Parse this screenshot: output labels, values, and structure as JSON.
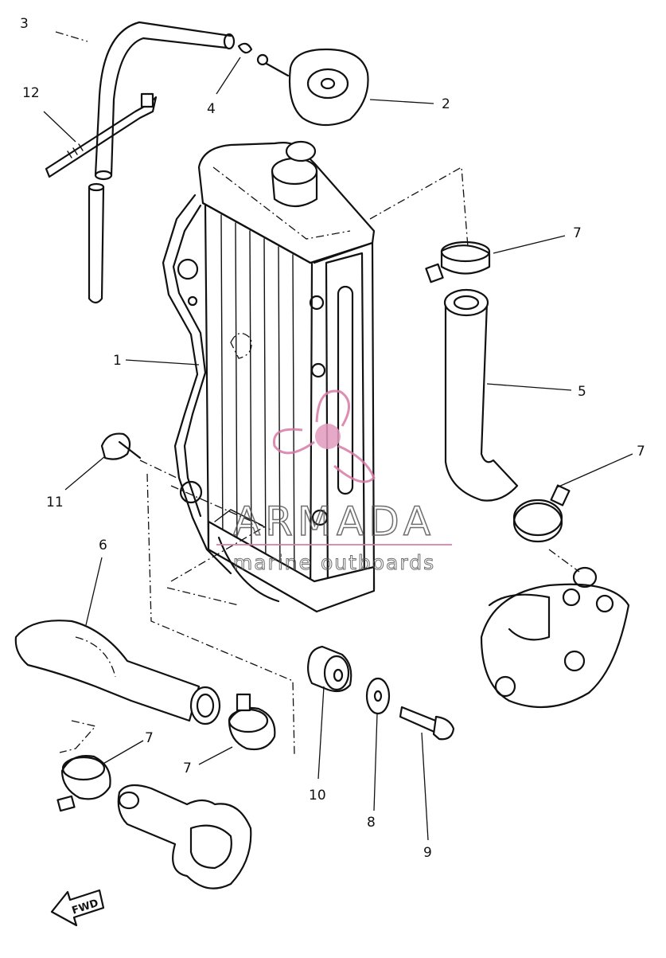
{
  "diagram": {
    "callouts": {
      "c1": "1",
      "c2": "2",
      "c3": "3",
      "c4": "4",
      "c5": "5",
      "c6": "6",
      "c7a": "7",
      "c7b": "7",
      "c7c": "7",
      "c7d": "7",
      "c8": "8",
      "c9": "9",
      "c10": "10",
      "c11": "11",
      "c12": "12"
    },
    "fwd_label": "FWD",
    "watermark": {
      "brand": "ARMADA",
      "tagline": "marine outboards",
      "color": "#d87aa6"
    }
  }
}
